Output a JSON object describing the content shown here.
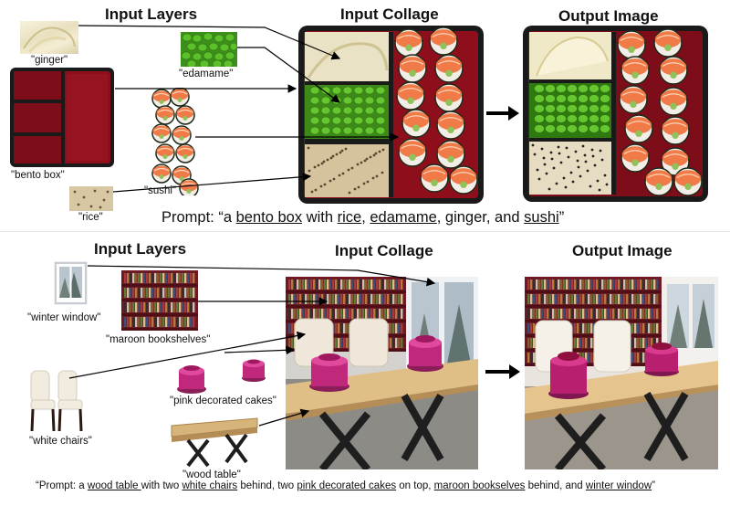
{
  "top": {
    "headings": {
      "input_layers": "Input Layers",
      "input_collage": "Input Collage",
      "output_image": "Output Image"
    },
    "labels": {
      "ginger": "\"ginger\"",
      "edamame": "\"edamame\"",
      "bento_box": "\"bento box\"",
      "sushi": "\"sushi\"",
      "rice": "\"rice\""
    },
    "prompt": {
      "prefix": "Prompt: “a ",
      "bento_box": "bento box",
      "with": " with ",
      "rice": "rice",
      "comma1": ", ",
      "edamame": "edamame",
      "ginger_and": ", ginger, and ",
      "sushi": "sushi",
      "end": "”"
    }
  },
  "bottom": {
    "headings": {
      "input_layers": "Input Layers",
      "input_collage": "Input Collage",
      "output_image": "Output Image"
    },
    "labels": {
      "winter_window": "\"winter window\"",
      "maroon_bookshelves": "\"maroon bookshelves\"",
      "pink_cakes": "\"pink decorated cakes\"",
      "white_chairs": "\"white chairs\"",
      "wood_table": "\"wood table\""
    },
    "prompt": {
      "p1": "“Prompt: a ",
      "wood_table": "wood table ",
      "p2": "with two ",
      "white_chairs": "white chairs",
      "p3": " behind, two ",
      "pink_cakes": "pink decorated cakes",
      "p4": " on top, ",
      "maroon_bookselves": "maroon bookselves",
      "p5": " behind, and ",
      "winter_window": "winter window",
      "p6": "”"
    }
  },
  "colors": {
    "bento_red": "#8e0f1b",
    "bento_rim": "#1a1a1a",
    "salmon": "#f07a48",
    "edamame": "#4fae24",
    "shelf_maroon": "#7a1f2a",
    "wood": "#c9a46a",
    "cake_pink": "#c0287c"
  }
}
